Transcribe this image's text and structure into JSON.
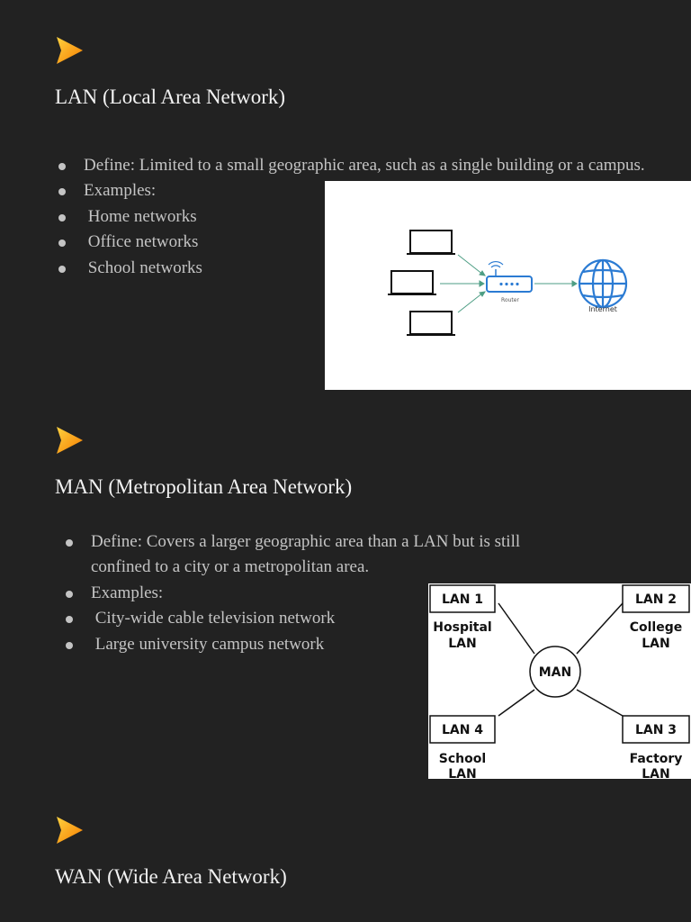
{
  "sections": [
    {
      "heading": "LAN (Local Area Network)",
      "bullets": [
        "Define: Limited to a small geographic area, such as a single building or a campus.",
        "Examples:",
        " Home networks",
        " Office networks",
        " School networks"
      ]
    },
    {
      "heading": "MAN (Metropolitan Area Network)",
      "bullets": [
        "Define: Covers a larger geographic area than a LAN but is still confined to a city or a metropolitan area.",
        "Examples:",
        " City-wide cable television network",
        " Large university campus network"
      ]
    },
    {
      "heading": "WAN (Wide Area Network)"
    }
  ],
  "lan_diagram": {
    "router_label": "Router",
    "internet_label": "Internet"
  },
  "man_diagram": {
    "center_label": "MAN",
    "nodes": [
      {
        "box": "LAN 1",
        "caption1": "Hospital",
        "caption2": "LAN"
      },
      {
        "box": "LAN 2",
        "caption1": "College",
        "caption2": "LAN"
      },
      {
        "box": "LAN 4",
        "caption1": "School",
        "caption2": "LAN"
      },
      {
        "box": "LAN 3",
        "caption1": "Factory",
        "caption2": "LAN"
      }
    ]
  },
  "colors": {
    "background": "#222222",
    "accent_orange": "#f6a320",
    "router_blue": "#2b7bd3",
    "link_green": "#4e9e84"
  }
}
